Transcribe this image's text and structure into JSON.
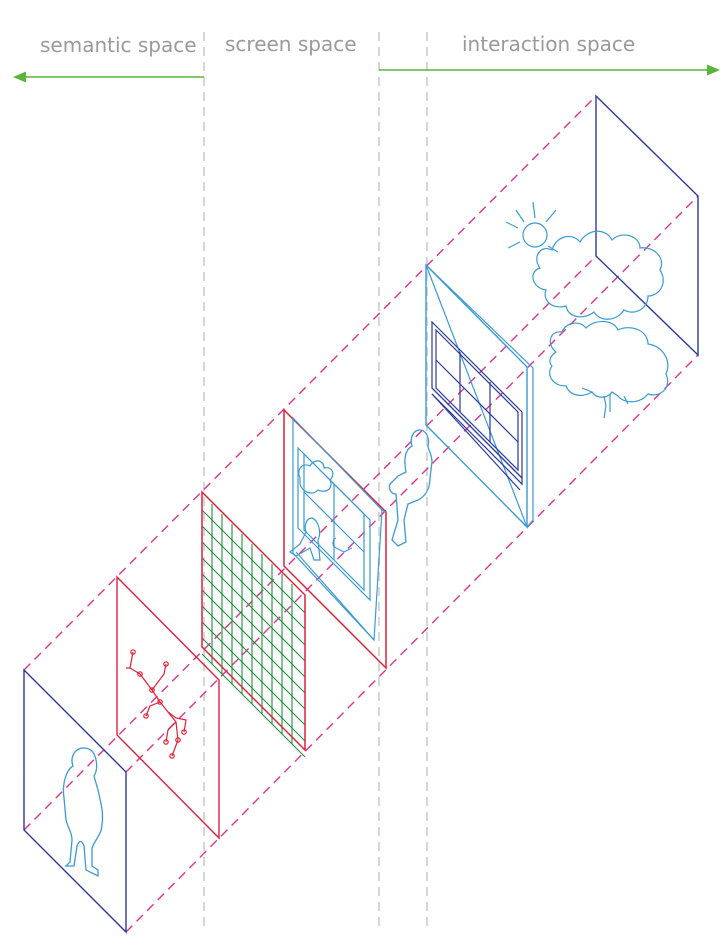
{
  "labels": {
    "semantic": "semantic space",
    "screen": "screen space",
    "interaction": "interaction space"
  },
  "colors": {
    "guide": "#d6d6d6",
    "beam": "#e0338f",
    "arrow": "#5ab43a",
    "frame_blue": "#2a3a9e",
    "frame_red": "#e0213a",
    "grid_green": "#1f8f3a",
    "sketch_blue": "#3a9bd6",
    "label_gray": "#9a9a9a"
  },
  "layers": [
    {
      "name": "person-standing-layer",
      "frame": "blue",
      "content": "standing-person-icon"
    },
    {
      "name": "skeleton-layer",
      "frame": "red",
      "content": "skeleton-graph-icon"
    },
    {
      "name": "grid-layer",
      "frame": "red",
      "content": "pixel-grid-icon"
    },
    {
      "name": "screen-scene-layer",
      "frame": "red",
      "content": "window-scene-icon"
    },
    {
      "name": "room-window-layer",
      "frame": "blue",
      "content": "window-room-icon"
    },
    {
      "name": "outdoor-layer",
      "frame": "blue",
      "content": "sun-cloud-tree-icon"
    }
  ]
}
